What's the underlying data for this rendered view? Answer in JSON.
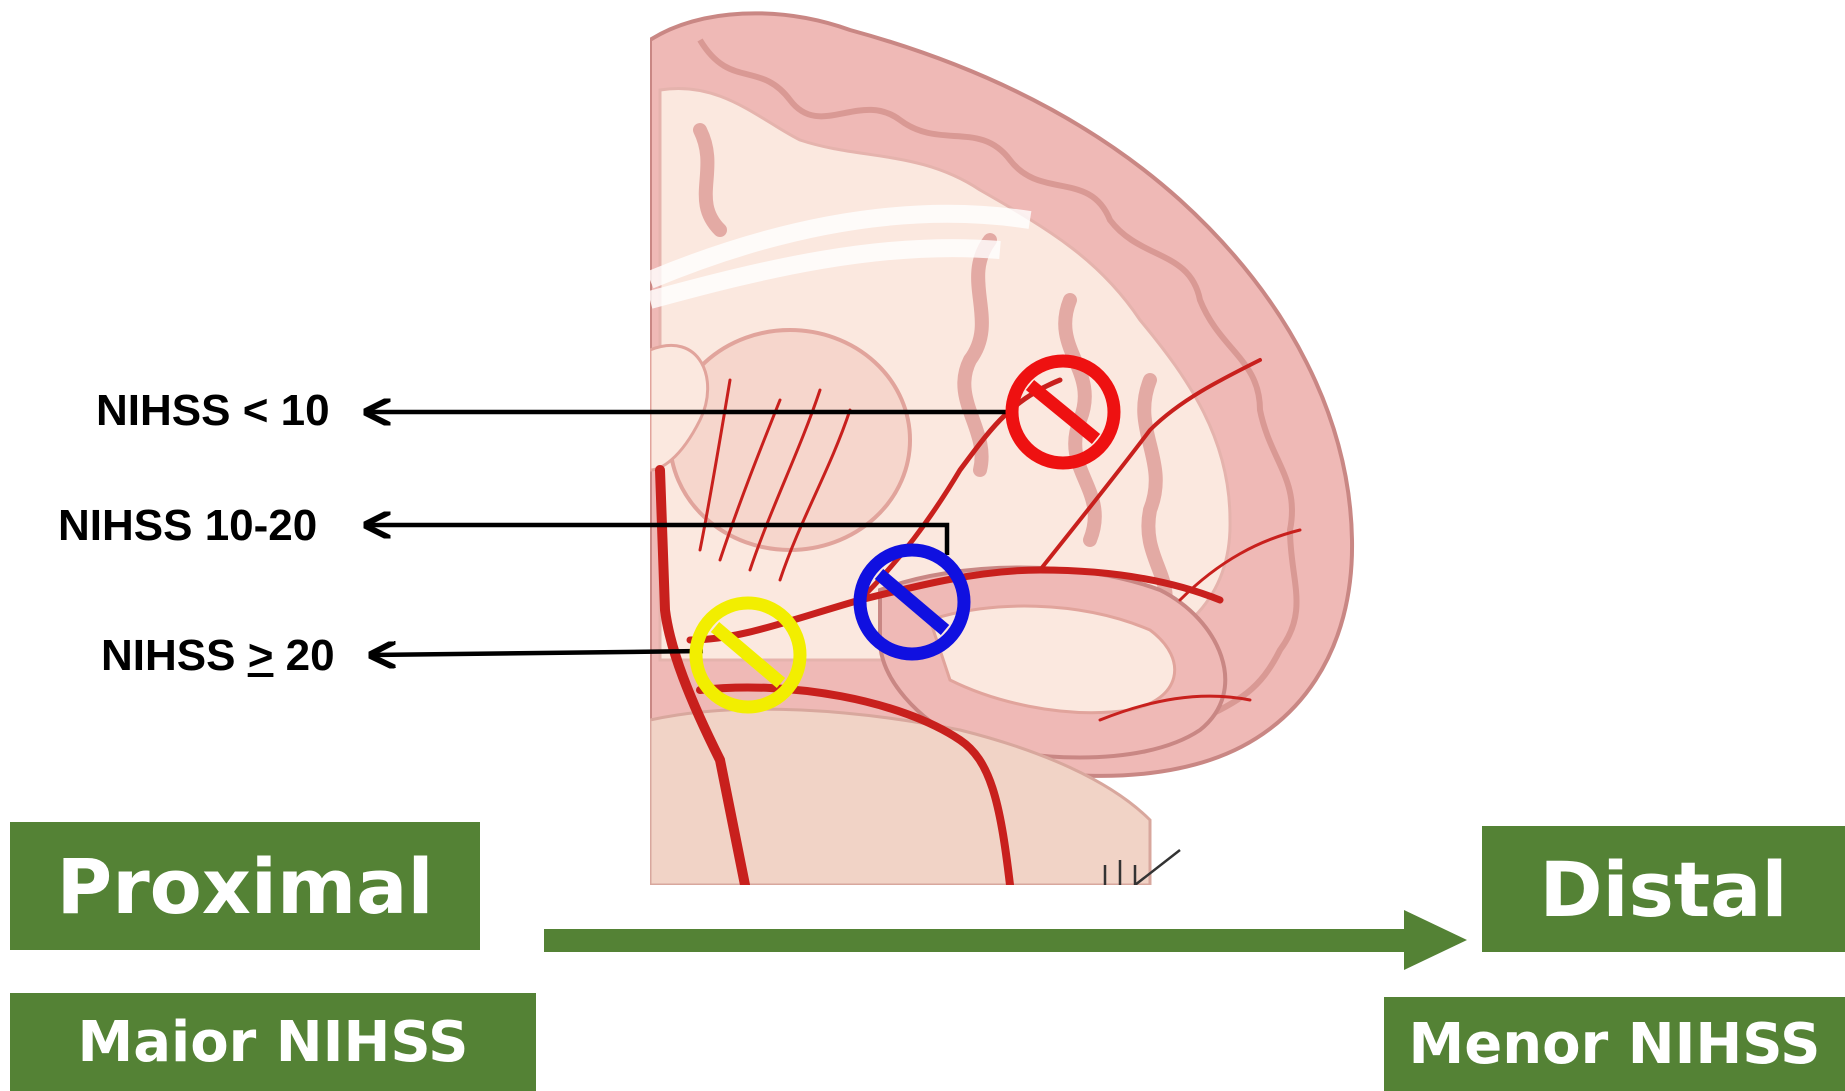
{
  "labels": {
    "nihss_lt10": "NIHSS < 10",
    "nihss_10_20": "NIHSS 10-20",
    "nihss_ge20_prefix": "NIHSS ",
    "nihss_ge20_symbol": ">",
    "nihss_ge20_value": " 20"
  },
  "gradient": {
    "proximal": "Proximal",
    "distal": "Distal",
    "maior": "Maior NIHSS",
    "menor": "Menor NIHSS"
  },
  "colors": {
    "box_green": "#548235",
    "occlusion_red": "#ee1111",
    "occlusion_blue": "#1010e0",
    "occlusion_yellow": "#f2ee00",
    "cortex_pink": "#efb9b6",
    "white_matter": "#fbe8df",
    "artery_red": "#c8201d"
  },
  "icons": [
    "brain-coronal-illustration",
    "red-occlusion-icon",
    "blue-occlusion-icon",
    "yellow-occlusion-icon",
    "arrow-left-icon",
    "arrow-right-icon"
  ]
}
